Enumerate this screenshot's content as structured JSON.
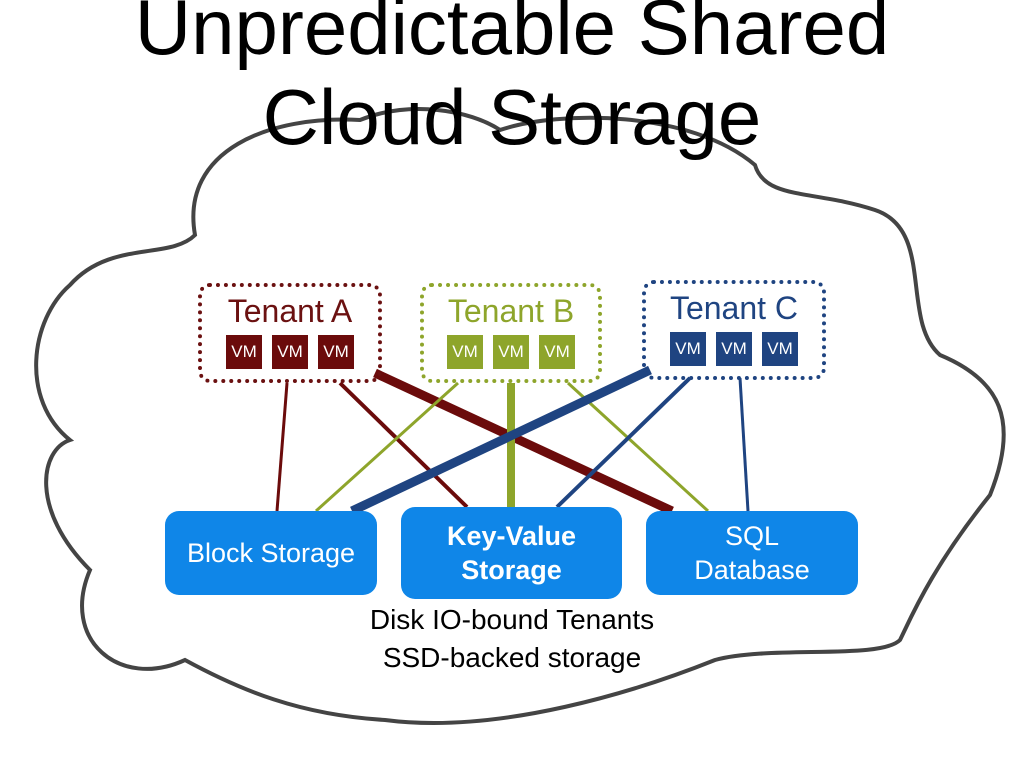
{
  "title": {
    "line1": "Unpredictable Shared",
    "line2": "Cloud Storage"
  },
  "tenants": [
    {
      "label": "Tenant A",
      "color": "#6b1111",
      "vms": [
        "VM",
        "VM",
        "VM"
      ]
    },
    {
      "label": "Tenant B",
      "color": "#8ea52b",
      "vms": [
        "VM",
        "VM",
        "VM"
      ]
    },
    {
      "label": "Tenant C",
      "color": "#1f4481",
      "vms": [
        "VM",
        "VM",
        "VM"
      ]
    }
  ],
  "storage": {
    "block": {
      "line1": "Block Storage"
    },
    "kv": {
      "line1": "Key-Value",
      "line2": "Storage"
    },
    "sql": {
      "line1": "SQL",
      "line2": "Database"
    }
  },
  "caption": {
    "line1": "Disk IO-bound Tenants",
    "line2": "SSD-backed storage"
  },
  "colors": {
    "storage_fill": "#0f86e8",
    "cloud_outline": "#444444"
  }
}
